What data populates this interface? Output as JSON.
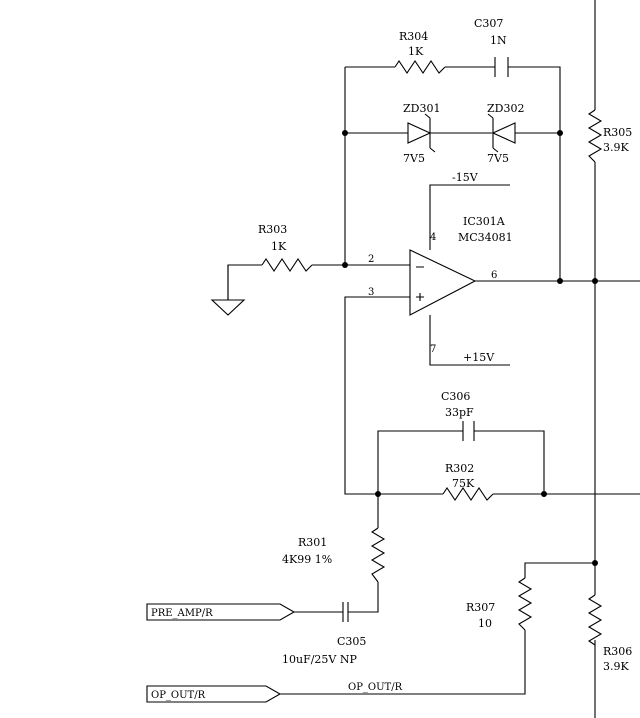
{
  "components": {
    "r304": {
      "ref": "R304",
      "value": "1K"
    },
    "c307": {
      "ref": "C307",
      "value": "1N"
    },
    "zd301": {
      "ref": "ZD301",
      "value": "7V5"
    },
    "zd302": {
      "ref": "ZD302",
      "value": "7V5"
    },
    "r305": {
      "ref": "R305",
      "value": "3.9K"
    },
    "r303": {
      "ref": "R303",
      "value": "1K"
    },
    "ic301a": {
      "ref": "IC301A",
      "value": "MC34081"
    },
    "c306": {
      "ref": "C306",
      "value": "33pF"
    },
    "r302": {
      "ref": "R302",
      "value": "75K"
    },
    "r301": {
      "ref": "R301",
      "value": "4K99 1%"
    },
    "c305": {
      "ref": "C305",
      "value": "10uF/25V NP"
    },
    "r307": {
      "ref": "R307",
      "value": "10"
    },
    "r306": {
      "ref": "R306",
      "value": "3.9K"
    }
  },
  "supplies": {
    "negative": "-15V",
    "positive": "+15V"
  },
  "pins": {
    "inv": "2",
    "noninv": "3",
    "out": "6",
    "vneg": "4",
    "vpos": "7"
  },
  "ports": {
    "pre_amp": "PRE_AMP/R",
    "op_out": "OP_OUT/R",
    "op_out_net": "OP_OUT/R"
  }
}
